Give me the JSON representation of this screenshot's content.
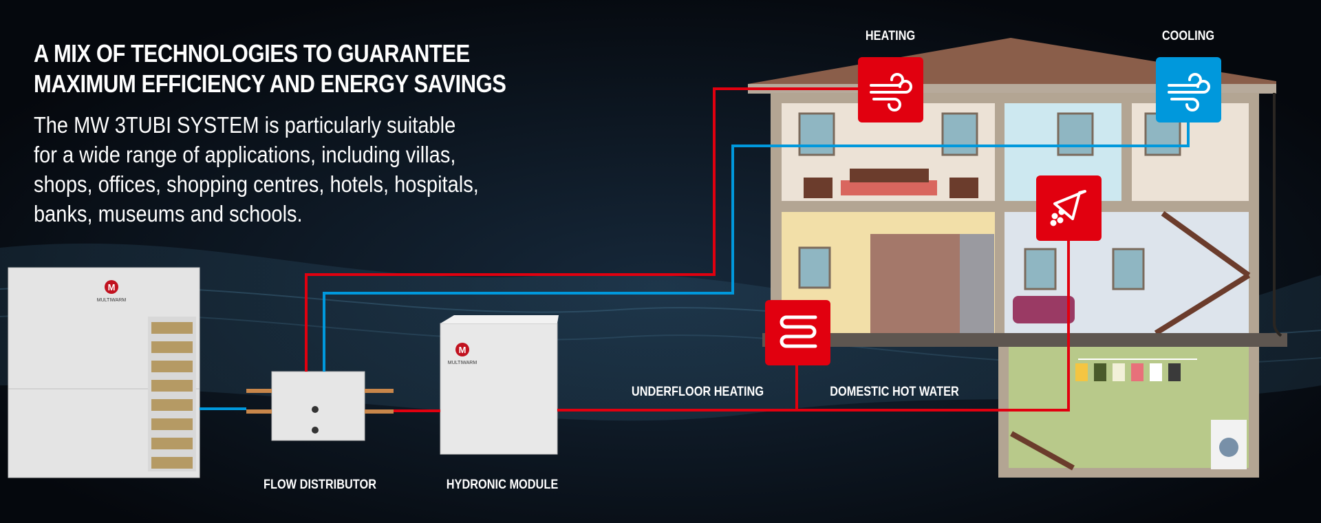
{
  "headline": {
    "line1": "A MIX OF TECHNOLOGIES TO GUARANTEE",
    "line2": "MAXIMUM EFFICIENCY AND ENERGY SAVINGS"
  },
  "description": {
    "line1": "The MW 3TUBI SYSTEM is particularly suitable",
    "line2": "for a wide range of applications, including villas,",
    "line3": "shops, offices, shopping centres, hotels, hospitals,",
    "line4": "banks, museums and schools."
  },
  "labels": {
    "heating": "HEATING",
    "cooling": "COOLING",
    "underfloor_heating": "UNDERFLOOR HEATING",
    "domestic_hot_water": "DOMESTIC HOT WATER",
    "flow_distributor": "FLOW DISTRIBUTOR",
    "hydronic_module": "HYDRONIC MODULE"
  },
  "brand": "MULTIWARM",
  "colors": {
    "hot_pipe": "#e1000f",
    "cold_pipe": "#0098dc",
    "background": "#05080d"
  }
}
